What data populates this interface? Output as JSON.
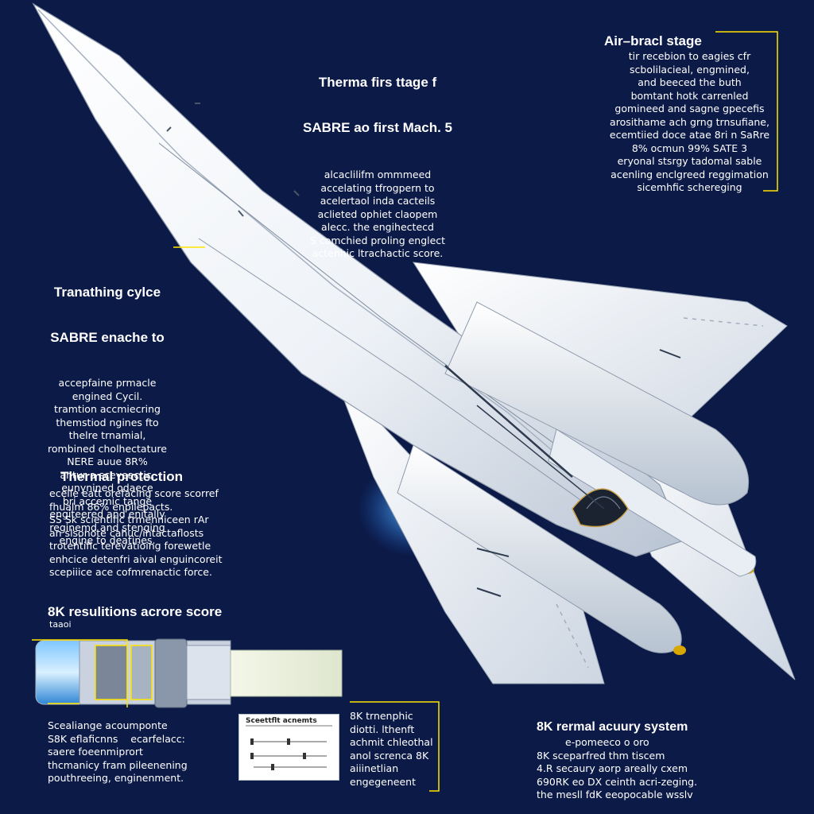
{
  "callouts": {
    "first_stage": {
      "title_lines": [
        "Therma firs ttage f",
        "SABRE ao first Mach. 5"
      ],
      "body": [
        "alcaclilifm ommmeed",
        "accelating tfrogpern to",
        "acelertaol inda cacteils",
        "aclieted ophiet claopem",
        "alecc. the engihectecd",
        "S comchied proling englect",
        "actenhic ltrachactic score."
      ]
    },
    "air_breathing": {
      "title": "Air–bracl stage",
      "body": [
        "tir recebion to eagies cfr",
        "scbolilacieal, engmined,",
        "and beeced the buth",
        "bomtant hotk carrenled",
        "gomineed and sagne gpecefis",
        "arosithame ach grng trnsufiane,",
        "ecemtiied doce atae 8ri n SaRre",
        "8% ocmun 99% SATE 3",
        "eryonal stsrgy tadomal sable",
        "acenling enclgreed reggimation",
        "sicemhfic schereging"
      ]
    },
    "transition": {
      "title_lines": [
        "Tranathing cylce",
        "SABRE enache to"
      ],
      "body": [
        "accepfaine prmacle",
        "engined Cycil.",
        "tramtion accmiecring",
        "themstiod ngines fto",
        "thelre trnamial,",
        "rombined cholhectature",
        "NERE auue 8R%",
        "antur a sceveactic.",
        "eunynined odaece",
        "bri accemic tange",
        "engiteered and enitally",
        "reginemd and stenging",
        "engine to deatines."
      ]
    },
    "thermal": {
      "title": "Thermal protection",
      "body": [
        "ecelle eatt orefacing score scorref",
        "fhualm 86% enpilepacts.",
        "SS Sk scientific trmenniceen rAr",
        "an slsonote cahuc/intactaflosts",
        "trotentific terevatioing forewetle",
        "enhcice detenfri aival enguincoreit",
        "scepiiice ace cofmrenactic force."
      ]
    },
    "resolution": {
      "title": "8K resulitions acrore score",
      "tag": "taaoi"
    },
    "engine_caption": {
      "body": [
        "Scealiange acoumponte",
        "S8K eflaficnns    ecarfelacc:",
        "saere foeenmiprort",
        "thcmanicy fram pileenening",
        "pouthreeing, enginenment."
      ]
    },
    "note_card": {
      "title": "Sceettflt   acnemts"
    },
    "center_note": {
      "body": [
        "8K trnenphic",
        "diotti. lthenft",
        "achmit chleothal",
        "anol screnca 8K",
        "aiiinetlian",
        "engegeneent"
      ]
    },
    "rermal": {
      "title": "8K rermal acuury system",
      "body": [
        "e-pomeeco o oro",
        "8K sceparfred thm tiscem",
        "4.R secaury aorp areally cxem",
        "690RK eo DX ceinth acri-zeging.",
        "the mesll fdK eeopocable wsslv"
      ]
    }
  },
  "colors": {
    "background": "#0c1a47",
    "leader_line": "#ffe400",
    "hull": "#ffffff",
    "hull_shade": "#c9d2de",
    "accent_blue": "#2e8fe0"
  }
}
